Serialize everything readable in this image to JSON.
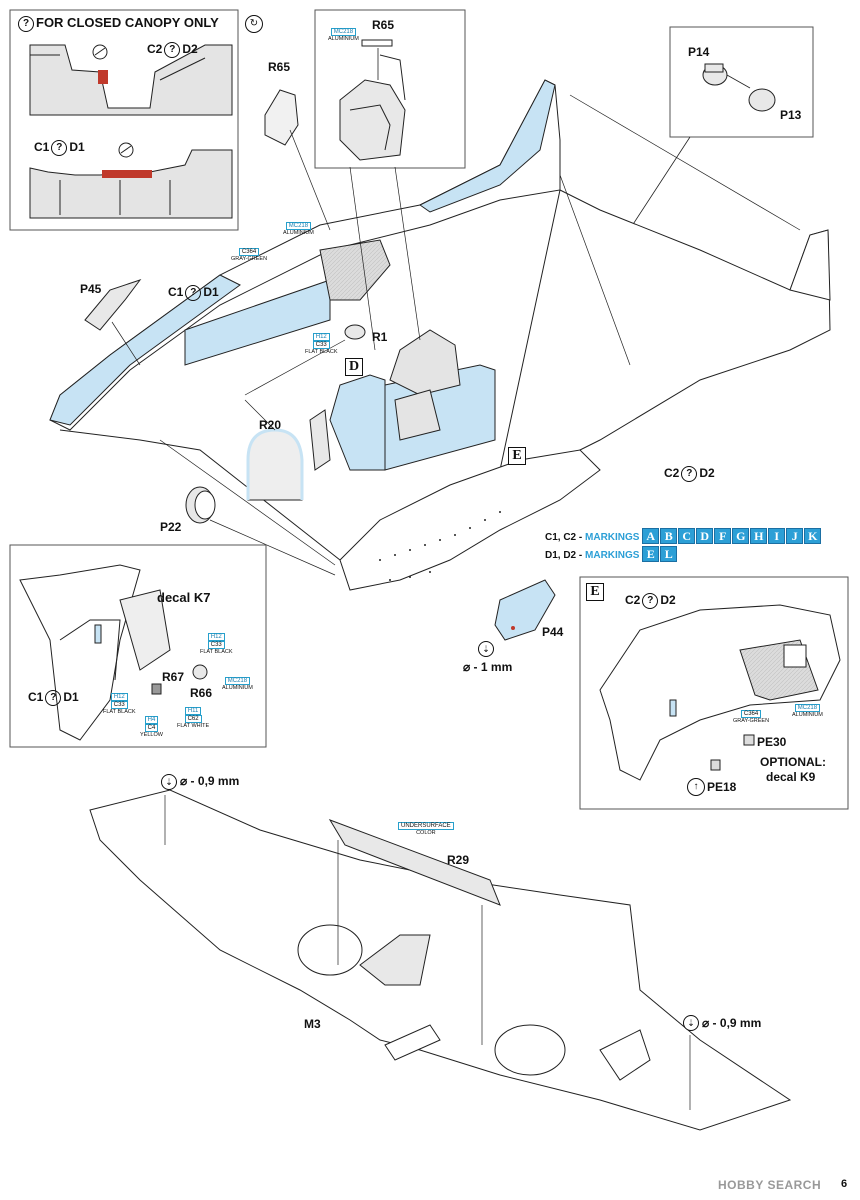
{
  "page": {
    "number": "6"
  },
  "colors": {
    "part_blue": "#c7e3f4",
    "accent_blue": "#2c9fd6",
    "line": "#222222",
    "shade_gray": "#d6d6d6",
    "red": "#c0392b"
  },
  "closed_canopy": {
    "title": "FOR CLOSED CANOPY ONLY",
    "variant_c2d2": "C2",
    "variant_c2d2_b": "D2",
    "variant_c1d1": "C1",
    "variant_c1d1_b": "D1"
  },
  "top_center": {
    "part": "R65",
    "paint_code": "MC218",
    "paint_name": "ALUMINIUM"
  },
  "top_left_part": {
    "part": "R65"
  },
  "p_box": {
    "p14": "P14",
    "p13": "P13"
  },
  "main": {
    "p45": "P45",
    "c1d1_a": "C1",
    "c1d1_b": "D1",
    "mc218": "MC218",
    "aluminium": "ALUMINIUM",
    "c364": "C364",
    "gray_green": "GRAY-GREEN",
    "h12": "H12",
    "c33": "C33",
    "flat_black": "FLAT BLACK",
    "r1": "R1",
    "d_box": "D",
    "r20": "R20",
    "p22": "P22",
    "e_box": "E",
    "c2d2_a": "C2",
    "c2d2_b": "D2"
  },
  "markings": {
    "row1_prefix": "C1, C2 - ",
    "row1_word": "MARKINGS",
    "row1_letters": [
      "A",
      "B",
      "C",
      "D",
      "F",
      "G",
      "H",
      "I",
      "J",
      "K"
    ],
    "row2_prefix": "D1, D2 - ",
    "row2_word": "MARKINGS",
    "row2_letters": [
      "E",
      "L"
    ]
  },
  "decal_panel": {
    "decal": "decal K7",
    "h12a": "H12",
    "c33a": "C33",
    "flat_black_a": "FLAT BLACK",
    "mc218": "MC218",
    "aluminium": "ALUMINIUM",
    "r67": "R67",
    "r66": "R66",
    "c1": "C1",
    "d1": "D1",
    "h12b": "H12",
    "c33b": "C33",
    "flat_black_b": "FLAT BLACK",
    "h11": "H11",
    "c62": "C62",
    "flat_white": "FLAT WHITE",
    "h4": "H4",
    "c4": "C4",
    "yellow": "YELLOW"
  },
  "p44_group": {
    "part": "P44",
    "drill": "⌀ - 1 mm"
  },
  "e_panel": {
    "letter": "E",
    "c2": "C2",
    "d2": "D2",
    "c364": "C364",
    "gray_green": "GRAY-GREEN",
    "mc218": "MC218",
    "aluminium": "ALUMINIUM",
    "pe30": "PE30",
    "optional": "OPTIONAL:",
    "decal_k9": "decal K9",
    "pe18": "PE18"
  },
  "wing": {
    "drill_left": "⌀ - 0,9 mm",
    "drill_right": "⌀ - 0,9 mm",
    "undersurface_a": "UNDERSURFACE",
    "undersurface_b": "COLOR",
    "r29": "R29",
    "m3": "M3"
  },
  "watermark": "HOBBY SEARCH"
}
